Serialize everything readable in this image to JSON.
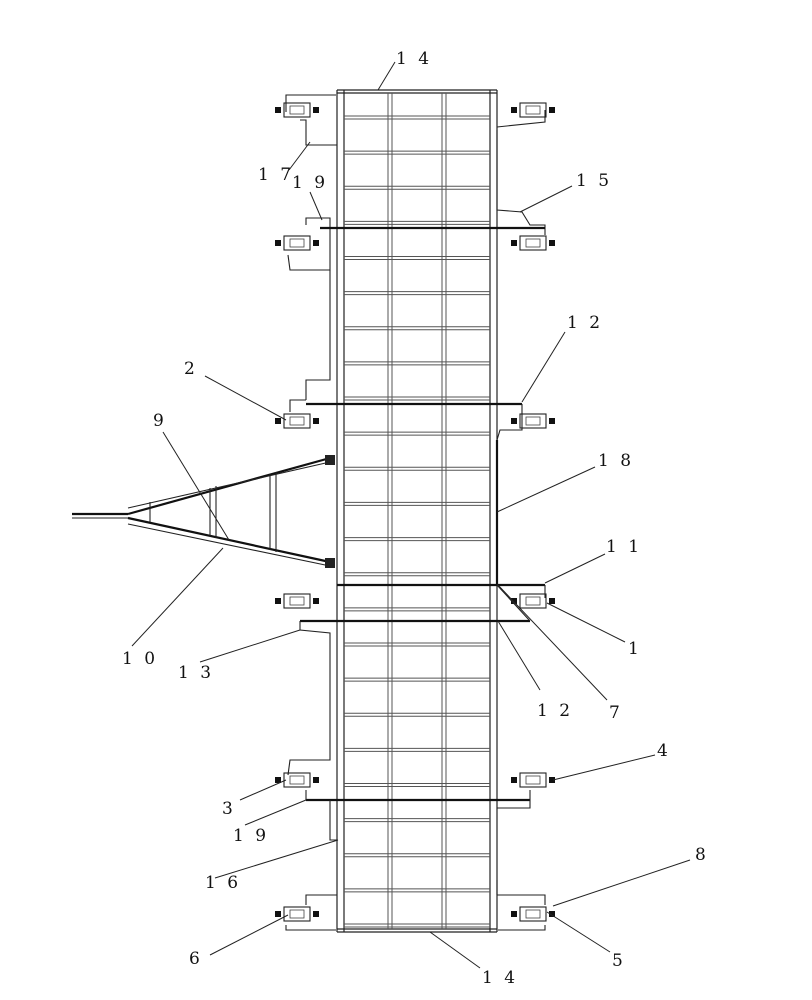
{
  "labels": {
    "l1": "1",
    "l2": "2",
    "l3": "3",
    "l4": "4",
    "l5": "5",
    "l6": "6",
    "l7": "7",
    "l8": "8",
    "l9": "9",
    "l10": "1 0",
    "l11": "1 1",
    "l12a": "1 2",
    "l12b": "1 2",
    "l13": "1 3",
    "l14a": "1 4",
    "l14b": "1 4",
    "l15": "1 5",
    "l16": "1 6",
    "l17": "1 7",
    "l18": "1 8",
    "l19a": "1 9",
    "l19b": "1 9"
  }
}
